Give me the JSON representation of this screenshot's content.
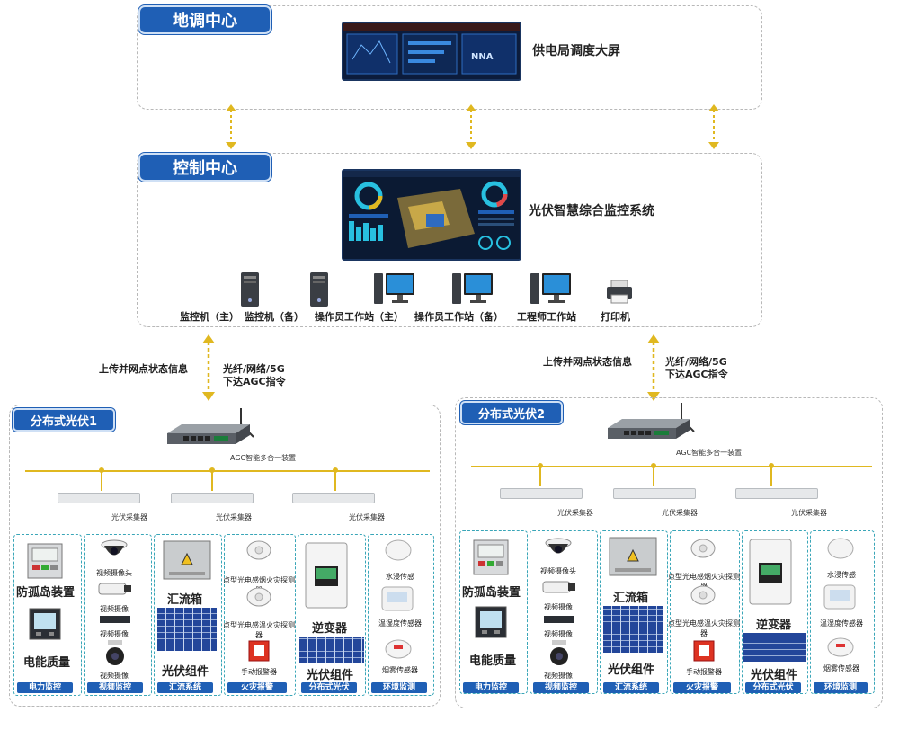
{
  "dispatch": {
    "title": "地调中心",
    "screen_caption": "供电局调度大屏"
  },
  "control": {
    "title": "控制中心",
    "screen_caption": "光伏智慧综合监控系统",
    "devices": [
      {
        "label": "监控机（主）",
        "icon": "server-tower-icon"
      },
      {
        "label": "监控机（备）",
        "icon": "server-tower-icon"
      },
      {
        "label": "操作员工作站（主）",
        "icon": "workstation-icon"
      },
      {
        "label": "操作员工作站（备）",
        "icon": "workstation-icon"
      },
      {
        "label": "工程师工作站",
        "icon": "workstation-icon"
      },
      {
        "label": "打印机",
        "icon": "printer-icon"
      }
    ]
  },
  "links": {
    "upload": "上传并网点状态信息",
    "channel_line1": "光纤/网络/5G",
    "channel_line2": "下达AGC指令"
  },
  "sites": [
    {
      "title": "分布式光伏1",
      "gateway": "AGC智能多合一装置",
      "collectors": [
        "光伏采集器",
        "光伏采集器",
        "光伏采集器"
      ],
      "groups": [
        {
          "footer": "电力监控",
          "items": [
            "防孤岛装置",
            "电能质量"
          ]
        },
        {
          "footer": "视频监控",
          "items": [
            "视频摄像头",
            "视频摄像",
            "视频摄像",
            "视频摄像"
          ]
        },
        {
          "footer": "汇流系统",
          "items": [
            "汇流箱",
            "光伏组件"
          ]
        },
        {
          "footer": "火灾报警",
          "items": [
            "点型光电感烟火灾探测器",
            "点型光电感温火灾探测器",
            "手动报警器"
          ]
        },
        {
          "footer": "分布式光伏",
          "items": [
            "逆变器",
            "光伏组件"
          ]
        },
        {
          "footer": "环境监测",
          "items": [
            "水浸传感",
            "温湿度传感器",
            "烟雾传感器"
          ]
        }
      ]
    },
    {
      "title": "分布式光伏2",
      "gateway": "AGC智能多合一装置",
      "collectors": [
        "光伏采集器",
        "光伏采集器",
        "光伏采集器"
      ],
      "groups": [
        {
          "footer": "电力监控",
          "items": [
            "防孤岛装置",
            "电能质量"
          ]
        },
        {
          "footer": "视频监控",
          "items": [
            "视频摄像头",
            "视频摄像",
            "视频摄像",
            "视频摄像"
          ]
        },
        {
          "footer": "汇流系统",
          "items": [
            "汇流箱",
            "光伏组件"
          ]
        },
        {
          "footer": "火灾报警",
          "items": [
            "点型光电感烟火灾探测器",
            "点型光电感温火灾探测器",
            "手动报警器"
          ]
        },
        {
          "footer": "分布式光伏",
          "items": [
            "逆变器",
            "光伏组件"
          ]
        },
        {
          "footer": "环境监测",
          "items": [
            "水浸传感",
            "温湿度传感器",
            "烟雾传感器"
          ]
        }
      ]
    }
  ],
  "colors": {
    "accent": "#1f5fb5",
    "bus": "#e0b820",
    "group_border": "#3aa6b8"
  }
}
